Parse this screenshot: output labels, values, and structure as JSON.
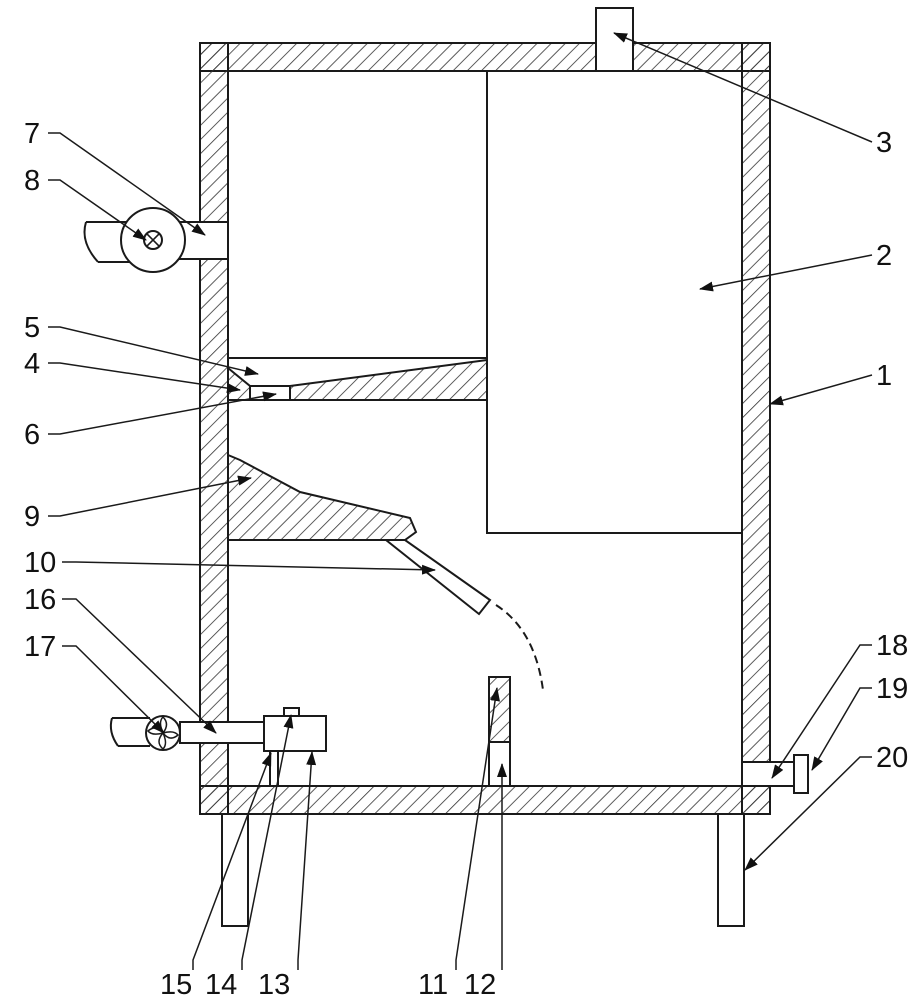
{
  "labels": {
    "l1": "1",
    "l2": "2",
    "l3": "3",
    "l4": "4",
    "l5": "5",
    "l6": "6",
    "l7": "7",
    "l8": "8",
    "l9": "9",
    "l10": "10",
    "l11": "11",
    "l12": "12",
    "l13": "13",
    "l14": "14",
    "l15": "15",
    "l16": "16",
    "l17": "17",
    "l18": "18",
    "l19": "19",
    "l20": "20"
  },
  "colors": {
    "line": "#1a1a1a",
    "hatch": "#333333",
    "background": "#ffffff"
  }
}
